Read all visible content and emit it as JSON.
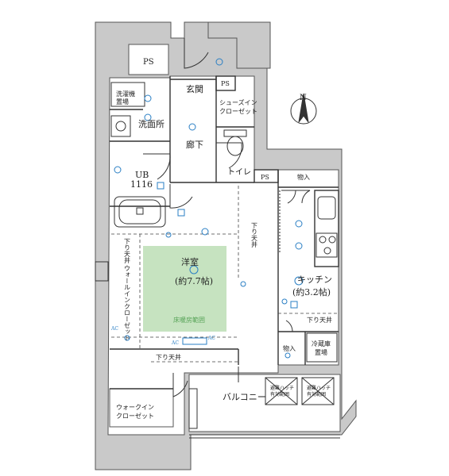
{
  "labels": {
    "ps_top": "PS",
    "entrance": "玄関",
    "ps_entrance": "PS",
    "shoes_closet_1": "シューズイン",
    "shoes_closet_2": "クローゼット",
    "washer_1": "洗濯機",
    "washer_2": "置場",
    "washroom": "洗面所",
    "hallway": "廊下",
    "toilet": "トイレ",
    "ub": "UB",
    "ub_size": "1116",
    "ps_mid": "PS",
    "storage_top": "物入",
    "western_room": "洋室",
    "western_area": "(約7.7帖)",
    "floor_heating": "床暖房範囲",
    "lowered_ceiling_left": "下り天井",
    "walk_in_closet_vertical": "ウォールインクローゼット",
    "lowered_ceiling_mid": "下り天井",
    "kitchen": "キッチン",
    "kitchen_area": "(約3.2帖)",
    "lowered_ceiling_kitchen": "下り天井",
    "storage_bottom": "物入",
    "fridge_1": "冷蔵庫",
    "fridge_2": "置場",
    "lowered_ceiling_bottom": "下り天井",
    "balcony": "バルコニー",
    "walk_in_closet_bottom_1": "ウォークイン",
    "walk_in_closet_bottom_2": "クローゼット",
    "emergency_hatch_1a": "避難ハッチ",
    "emergency_hatch_1b": "有効範囲",
    "emergency_hatch_2a": "避難ハッチ",
    "emergency_hatch_2b": "有効範囲",
    "compass_n": "N",
    "ac_1": "AC",
    "ac_2": "AC",
    "ac_3": "AC"
  },
  "colors": {
    "wall": "#c9c9c9",
    "wall_stroke": "#555555",
    "line": "#333333",
    "floor_heating": "#c6e3c0",
    "floor_heating_text": "#5aa55a",
    "symbol": "#2a7fc4"
  },
  "icons": [
    "compass-icon",
    "outlet-icon",
    "ceiling-light-icon",
    "smoke-detector-icon",
    "stove-icon",
    "sink-icon",
    "bathtub-icon",
    "toilet-icon",
    "basin-icon"
  ]
}
